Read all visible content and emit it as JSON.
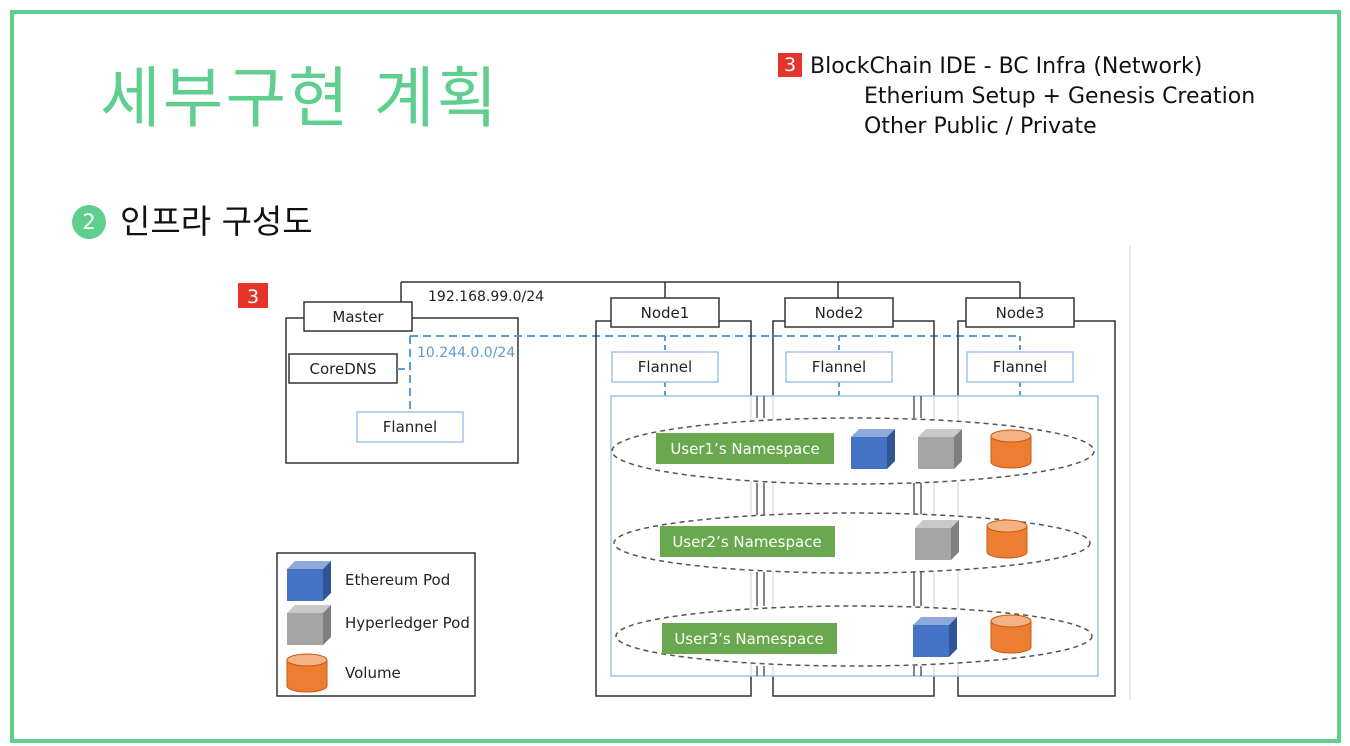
{
  "title": "세부구현 계획",
  "note": {
    "badge": "3",
    "line1": "BlockChain IDE - BC Infra (Network)",
    "line2": "Etherium Setup + Genesis Creation",
    "line3": "Other Public / Private"
  },
  "subtitle": {
    "number": "2",
    "text": "인프라 구성도"
  },
  "diagram": {
    "badge": "3",
    "network_label": "192.168.99.0/24",
    "pod_network_label": "10.244.0.0/24",
    "master": {
      "label": "Master",
      "coredns": "CoreDNS",
      "flannel": "Flannel"
    },
    "nodes": [
      {
        "label": "Node1",
        "flannel": "Flannel"
      },
      {
        "label": "Node2",
        "flannel": "Flannel"
      },
      {
        "label": "Node3",
        "flannel": "Flannel"
      }
    ],
    "namespaces": [
      {
        "label": "User1’s Namespace",
        "pods": [
          "ethereum",
          "hyperledger",
          "volume"
        ]
      },
      {
        "label": "User2’s Namespace",
        "pods": [
          "hyperledger",
          "volume"
        ]
      },
      {
        "label": "User3’s Namespace",
        "pods": [
          "ethereum",
          "volume"
        ]
      }
    ],
    "legend": [
      {
        "type": "ethereum",
        "label": "Ethereum Pod"
      },
      {
        "type": "hyperledger",
        "label": "Hyperledger Pod"
      },
      {
        "type": "volume",
        "label": "Volume"
      }
    ]
  },
  "colors": {
    "accent": "#5fcf8f",
    "badge": "#e5352b",
    "namespace_fill": "#6aa84f",
    "ethereum": "#4472c4",
    "hyperledger": "#a5a5a5",
    "volume": "#ed7d31",
    "flannel_border": "#9dc3e6",
    "pod_network": "#5b9bd5"
  }
}
